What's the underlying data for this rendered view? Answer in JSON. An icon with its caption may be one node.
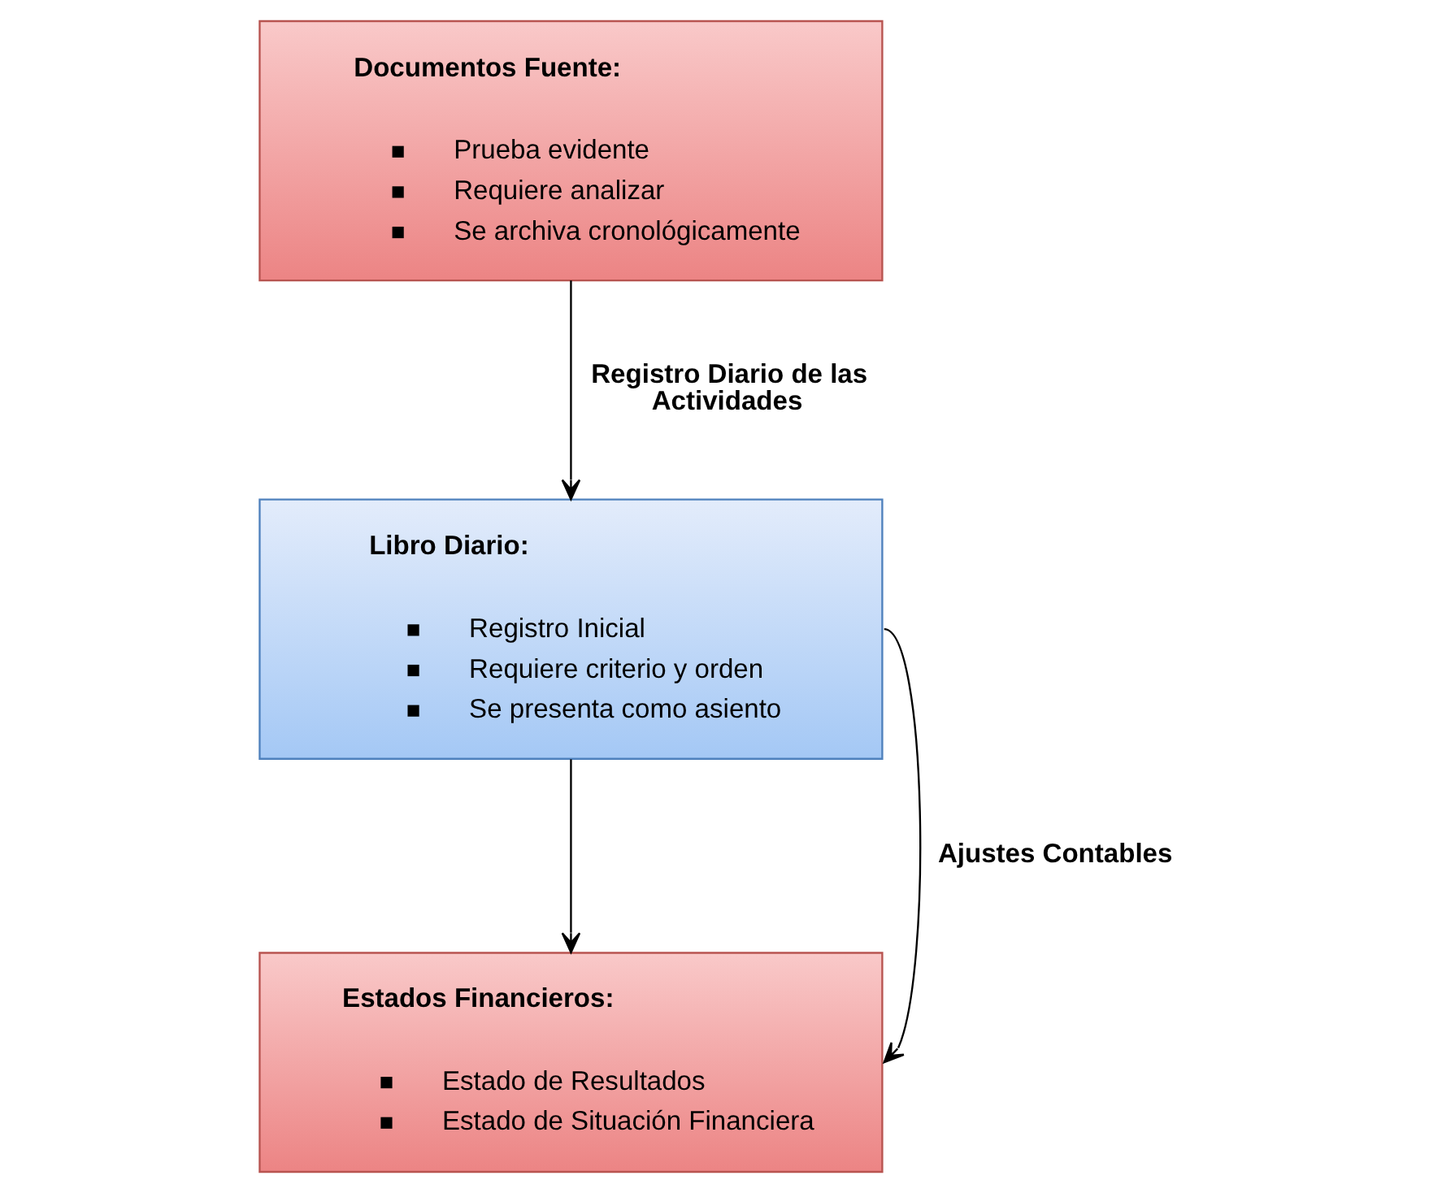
{
  "diagram": {
    "nodes": [
      {
        "text": [
          "Documentos Fuente:",
          "Prueba evidente",
          "Requiere analizar",
          "Se archiva cronológicamente"
        ]
      },
      {
        "text": [
          "Libro Diario:",
          "Registro Inicial",
          "Requiere criterio y orden",
          "Se presenta como asiento"
        ]
      },
      {
        "text": [
          "Estados Financieros:",
          "Estado de Resultados",
          "Estado de Situación Financiera"
        ]
      }
    ],
    "edges": [
      {
        "from": 0,
        "to": 1,
        "arrow": "to",
        "label": "Registro Diario de las Actividades"
      },
      {
        "from": 1,
        "to": 2,
        "arrow": "to"
      },
      {
        "from": 1,
        "to": 2,
        "arrow": "to",
        "label": "Ajustes Contables"
      }
    ]
  }
}
